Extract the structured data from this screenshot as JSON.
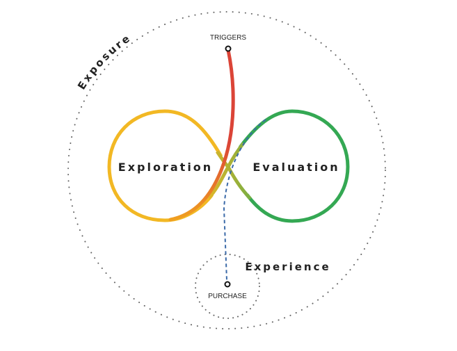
{
  "labels": {
    "exposure": "Exposure",
    "exploration": "Exploration",
    "evaluation": "Evaluation",
    "experience": "Experience",
    "triggers": "TRIGGERS",
    "purchase": "PURCHASE"
  },
  "colors": {
    "exploration": "#F2B824",
    "evaluation": "#34A853",
    "triggers": "#DB4437",
    "purchase_path": "#3B6AA8",
    "dotted": "#666666"
  }
}
